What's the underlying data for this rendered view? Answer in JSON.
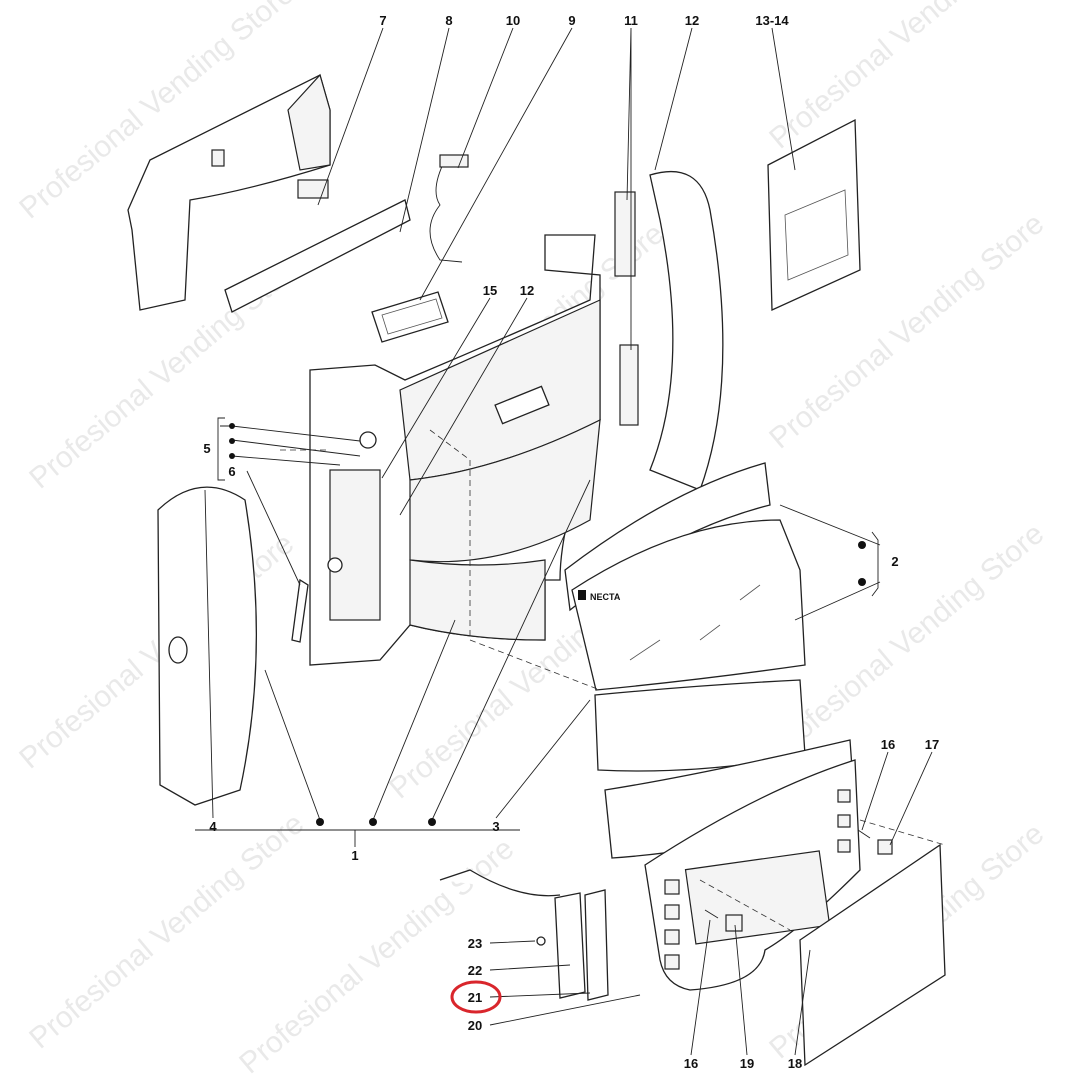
{
  "watermark": "Profesional Vending Store",
  "brand_logo": "NECTA",
  "labels": {
    "p7": "7",
    "p8": "8",
    "p10": "10",
    "p9": "9",
    "p11": "11",
    "p12": "12",
    "p13_14": "13-14",
    "p15": "15",
    "p12b": "12",
    "p5": "5",
    "p6": "6",
    "p2": "2",
    "p4": "4",
    "p1": "1",
    "p3": "3",
    "p16": "16",
    "p17": "17",
    "p23": "23",
    "p22": "22",
    "p21": "21",
    "p20": "20",
    "p16b": "16",
    "p19": "19",
    "p18": "18"
  },
  "highlight": {
    "label": "21",
    "color": "#d9262c"
  }
}
